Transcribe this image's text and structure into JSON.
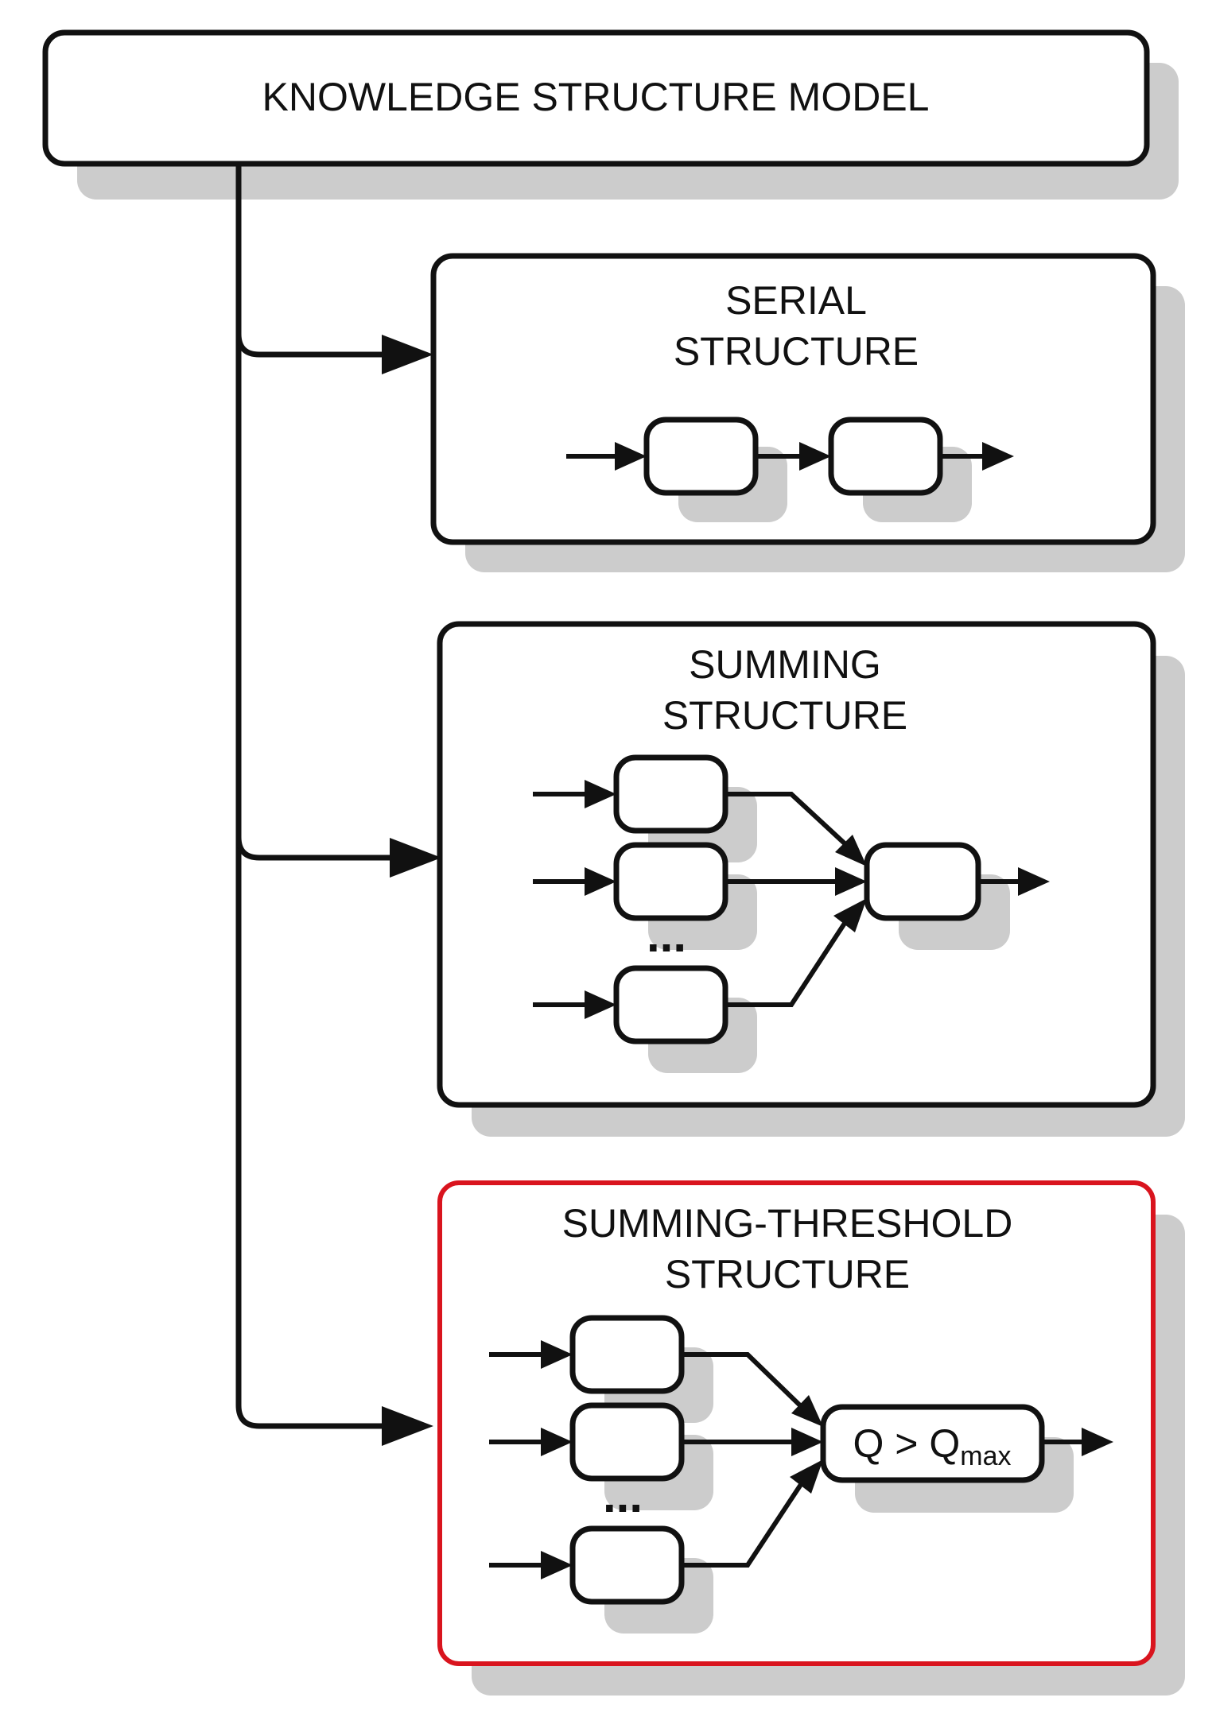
{
  "root": {
    "label": "KNOWLEDGE STRUCTURE MODEL"
  },
  "serial": {
    "title_line1": "SERIAL",
    "title_line2": "STRUCTURE"
  },
  "summing": {
    "title_line1": "SUMMING",
    "title_line2": "STRUCTURE",
    "ellipsis": "..."
  },
  "threshold": {
    "title_line1": "SUMMING-THRESHOLD",
    "title_line2": "STRUCTURE",
    "ellipsis": "...",
    "condition_main": "Q > Q",
    "condition_sub": "max",
    "border_color": "#d9141e"
  },
  "colors": {
    "stroke": "#111111",
    "shadow": "#cccccc",
    "box_fill": "#ffffff"
  }
}
